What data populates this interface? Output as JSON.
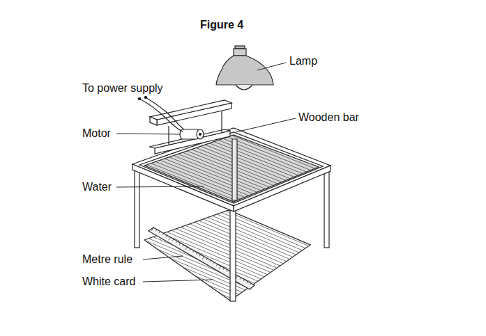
{
  "diagram": {
    "title": "Figure 4",
    "labels": [
      "Lamp",
      "To power supply",
      "Motor",
      "Wooden bar",
      "Water",
      "Metre rule",
      "White card"
    ]
  }
}
